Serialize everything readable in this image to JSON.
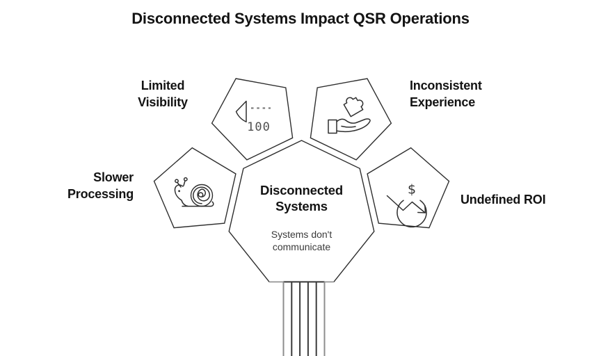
{
  "title": "Disconnected Systems Impact QSR Operations",
  "center": {
    "label": "Disconnected Systems",
    "sublabel": "Systems don't communicate"
  },
  "nodes": [
    {
      "id": "limited-visibility",
      "label": "Limited Visibility",
      "icon": "gauge-meter-icon",
      "icon_value": "100"
    },
    {
      "id": "inconsistent-experience",
      "label": "Inconsistent Experience",
      "icon": "hand-puzzle-icon",
      "icon_value": ""
    },
    {
      "id": "slower-processing",
      "label": "Slower Processing",
      "icon": "snail-icon",
      "icon_value": ""
    },
    {
      "id": "undefined-roi",
      "label": "Undefined ROI",
      "icon": "dollar-decline-icon",
      "icon_value": "$"
    }
  ],
  "colors": {
    "background": "#ffffff",
    "shape_stroke": "#2e2e2e",
    "text": "#131313",
    "muted_text": "#3a3a3a",
    "pipe_dark": "#3a3a3a",
    "pipe_gray": "#8d8d8d",
    "icon_muted": "#4f4f4f"
  }
}
